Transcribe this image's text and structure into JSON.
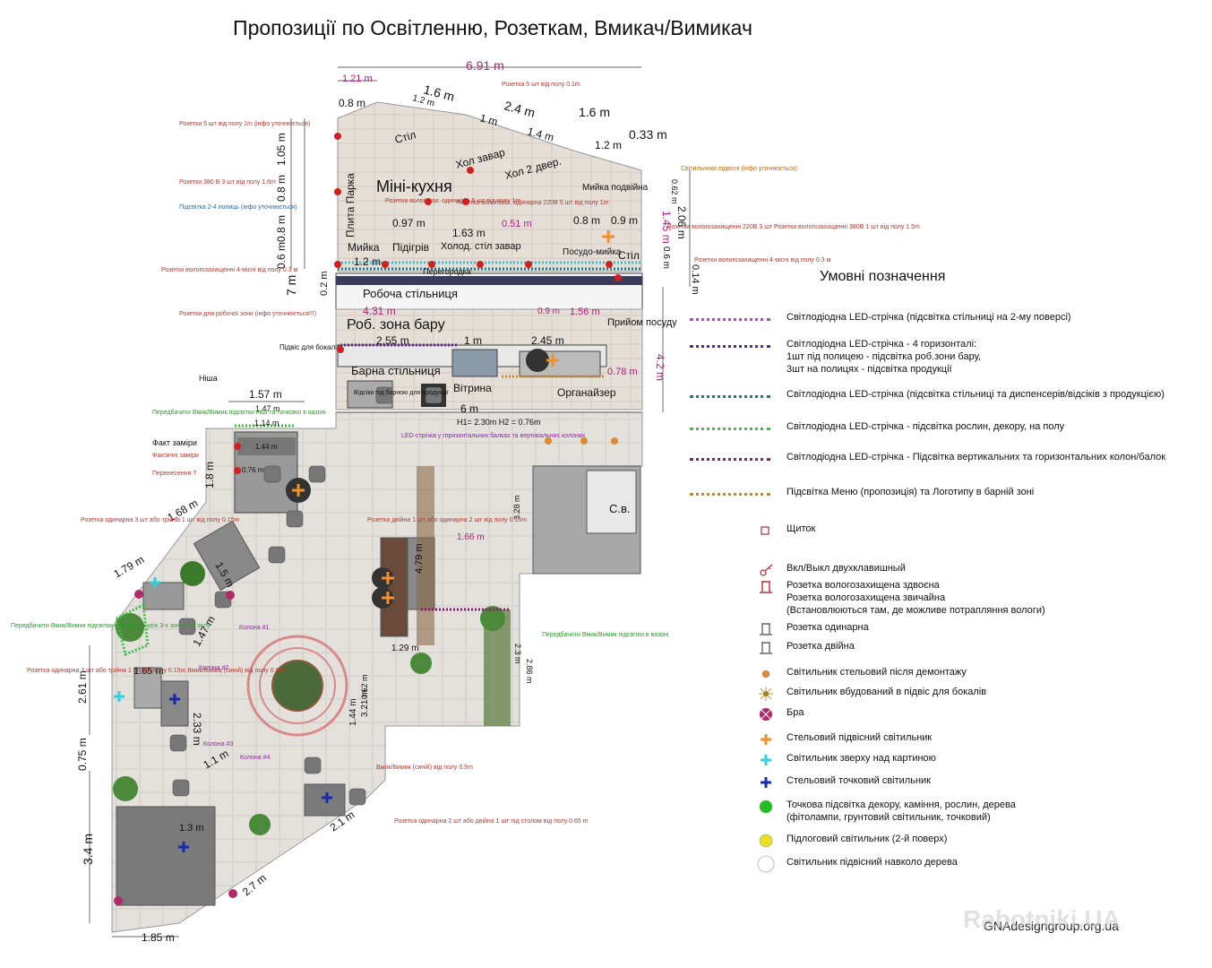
{
  "title": "Пропозиції по Освітленню, Розеткам, Вмикач/Вимикач",
  "rooms": {
    "mini_kitchen": "Міні-кухня",
    "work_top": "Робоча стільниця",
    "bar_work_zone": "Роб. зона бару",
    "bar_top": "Барна стільниця",
    "showcase": "Вітрина",
    "organizer": "Органайзер",
    "dishes_reception": "Прийом посуду",
    "partition": "Перегородка",
    "wc": "С.в.",
    "glass_hanger": "Підвіс для бокалів",
    "niche": "Ніша",
    "stove": "Плита Парка",
    "sink": "Мийка",
    "heating": "Підігрів",
    "fridge_table": "Холод. стіл завар",
    "table": "Стіл",
    "dishwasher": "Посудо-мийка",
    "double_sink": "Мийка подвійна",
    "cold": "Хол завар",
    "cold2": "Хол 2 двер.",
    "fact_measure": "Факт заміри",
    "column1": "Колона #1",
    "column2": "Колона #2",
    "column3": "Колона #3",
    "column4": "Колона #4",
    "shelves_under_top": "Відсіки під барною для продукції",
    "heights": "H1= 2.30m  H2 = 0.76m"
  },
  "dimensions": {
    "d691": "6.91 m",
    "d121": "1.21 m",
    "d16a": "1.6 m",
    "d24": "2.4 m",
    "d16b": "1.6 m",
    "d08": "0.8 m",
    "d12a": "1.2 m",
    "d1": "1 m",
    "d14": "1.4 m",
    "d12b": "1.2 m",
    "d033": "0.33 m",
    "d105": "1.05 m",
    "d08b": "0.8 m",
    "d06": "0.6 m",
    "d08c": "0.8 m",
    "d097": "0.97 m",
    "d163": "1.63 m",
    "d051": "0.51 m",
    "d08d": "0.8 m",
    "d09": "0.9 m",
    "d145": "1.45 m",
    "d206": "2.06 m",
    "d062": "0.62 m",
    "d06b": "0.6 m",
    "d014": "0.14 m",
    "d7": "7 m",
    "d02": "0.2 m",
    "d12c": "1.2 m",
    "d431": "4.31 m",
    "d09b": "0.9 m",
    "d156": "1.56 m",
    "d255": "2.55 m",
    "d1b": "1 m",
    "d245": "2.45 m",
    "d078": "0.78 m",
    "d42": "4.2 m",
    "d6": "6 m",
    "d157": "1.57 m",
    "d147": "1.47 m",
    "d114": "1.14 m",
    "d144": "1.44 m",
    "d076": "0.76 m",
    "d18": "1.8 m",
    "d168": "1.68 m",
    "d179": "1.79 m",
    "d15": "1.5 m",
    "d147b": "1.47 m",
    "d261": "2.61 m",
    "d165": "1.65 m",
    "d233": "2.33 m",
    "d075": "0.75 m",
    "d34": "3.4 m",
    "d185": "1.85 m",
    "d27": "2.7 m",
    "d21": "2.1 m",
    "d11": "1.1 m",
    "d13": "1.3 m",
    "d166": "1.66 m",
    "d479": "4.79 m",
    "d328": "3.28 m",
    "d129": "1.29 m",
    "d286": "2.86 m",
    "d23": "2.3 m",
    "d321": "3.21 m",
    "d144b": "1.44 m",
    "d062b": "0.62 m"
  },
  "notes": {
    "n1": "Розетки 5 шт від полу 1m (інфо уточнюється)",
    "n2": "Розетки 380 В 3 шт від полу 1.6m",
    "n3": "Підсвітка 2-4 полиць (інфо уточнюється)",
    "n4": "Розетки вологозахищенні 4-місні від полу 0.3 м",
    "n5": "Розетки для робочої зони (інфо уточнюється!!!)",
    "n6": "Розетка 5 шт від полу 0.1m",
    "n7": "Світильники підвісні (інфо уточнюється)",
    "n8": "Розетки вологозахищенні 220В 3 шт Розетки вологозахищенні 380В 1 шт від полу 1.5m",
    "n9": "Розетки вологозахищенні 4-місні від полу 0.3 м",
    "n10": "Розетка вологозах. одинарна 5 шт від полу 1m",
    "n11": "Розетка вологозах. одинарна 220В 5 шт від полу 1m",
    "n12": "Передбачити Вмик/Вимик підсвітки ніші та точкової в вазоні",
    "n13": "LED-стрічка у горизонтальних балках та вертикальних колонах",
    "n14": "Розетка одинарна 3 шт або трійна 1 шт від полу 0.15m",
    "n15": "Передбачити Вмик/Вимик підсвітки на полу на усіх 3-х зонах по залу",
    "n16": "Розетка одинарна 3 шт або трійна 1 шт від полу 0.15m Вмик/Вимик (синій) від полу 0.9m",
    "n17": "Розетка двійна 1 шт або одинарна 2 шт від полу 0.15m",
    "n18": "Передбачити Вмик/Вимик підсвітки в вазоні",
    "n19": "Вмик/Вимик (синій) від полу 0.9m",
    "n20": "Розетка одинарна 2 шт або двійна 1 шт під столом від полу 0.65 m",
    "n21": "Фактичні заміри",
    "n22": "Перенесення ?"
  },
  "legend": {
    "title": "Умовні позначення",
    "items": [
      {
        "text": "Світлодіодна LED-стрічка (підсвітка стільниці на 2-му поверсі)"
      },
      {
        "text": "Світлодіодна LED-стрічка - 4 горизонталі:\n1шт під полицею - підсвітка роб.зони бару,\n3шт на полицях - підсвітка продукції"
      },
      {
        "text": "Світлодіодна LED-стрічка (підсвітка стільниці та диспенсерів/відсіків з продукцією)"
      },
      {
        "text": "Світлодіодна LED-стрічка - підсвітка рослин, декору, на полу"
      },
      {
        "text": "Світлодіодна LED-стрічка - Підсвітка вертикальних та горизонтальних колон/балок"
      },
      {
        "text": "Підсвітка Меню (пропозиція) та Логотипу в барній зоні"
      },
      {
        "text": "Щиток"
      },
      {
        "text": "Вкл/Выкл двухклавишный"
      },
      {
        "text": "Розетка вологозахищена здвоєна\nРозетка вологозахищена звичайна\n(Встановлюються там, де можливе потрапляння вологи)"
      },
      {
        "text": "Розетка одинарна"
      },
      {
        "text": "Розетка двійна"
      },
      {
        "text": "Світильник стельовий після демонтажу"
      },
      {
        "text": "Світильник вбудований в підвіс для бокалів"
      },
      {
        "text": "Бра"
      },
      {
        "text": "Стельовий підвісний світильник"
      },
      {
        "text": "Світильник зверху над картиною"
      },
      {
        "text": "Стельовий точковий світильник"
      },
      {
        "text": "Точкова підсвітка декору, каміння, рослин, дерева\n(фітолампи, грунтовий світильник, точковий)"
      },
      {
        "text": "Підлоговий світильник (2-й поверх)"
      },
      {
        "text": "Світильник підвісний навколо дерева"
      }
    ],
    "colors": {
      "led1": "#c040c8",
      "led2": "#5a2a8a",
      "led3": "#1a7a8a",
      "led4": "#3ac03a",
      "led5": "#8a1a7a",
      "led6": "#c08a2a",
      "socket": "#b03030",
      "ceiling_after": "#e08a30",
      "bra": "#b02a6a",
      "pendant": "#f0902a",
      "picture": "#30d0e0",
      "spot": "#1a2ab0",
      "decor": "#20c020",
      "floor": "#e8e020",
      "tree": "#ffffff"
    }
  },
  "website": "GNAdesigngroup.org.ua",
  "watermark": "Rabotniki.UA"
}
